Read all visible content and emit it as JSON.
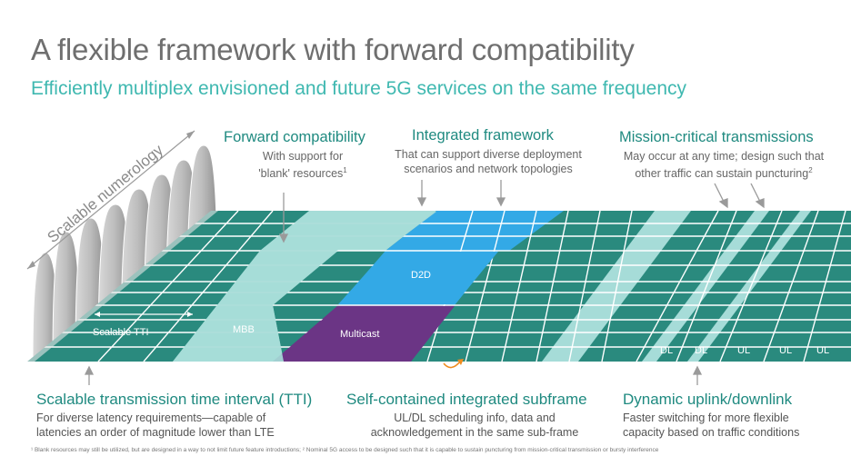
{
  "title": "A flexible framework with forward compatibility",
  "subtitle": "Efficiently multiplex envisioned and future 5G services on the same frequency",
  "diagram": {
    "numerology_label": "Scalable numerology",
    "tti_label": "Scalable TTI",
    "mbb_label": "MBB",
    "d2d_label": "D2D",
    "multicast_label": "Multicast",
    "dl_ul_labels": [
      "DL",
      "DL",
      "UL",
      "UL",
      "UL"
    ]
  },
  "callouts": {
    "forward": {
      "heading": "Forward compatibility",
      "line1": "With support for",
      "line2": "'blank' resources",
      "sup": "1"
    },
    "integrated": {
      "heading": "Integrated framework",
      "line1": "That can support diverse deployment",
      "line2": "scenarios and network topologies"
    },
    "mission": {
      "heading": "Mission-critical transmissions",
      "line1": "May occur at any time; design such that",
      "line2": "other traffic can sustain puncturing",
      "sup": "2"
    }
  },
  "bottom": {
    "tti": {
      "heading": "Scalable transmission time interval (TTI)",
      "line1": "For diverse latency requirements—capable of",
      "line2": "latencies an order of magnitude lower than LTE"
    },
    "subframe": {
      "heading": "Self-contained integrated subframe",
      "line1": "UL/DL scheduling info, data and",
      "line2": "acknowledgement in the same sub-frame"
    },
    "dynamic": {
      "heading": "Dynamic uplink/downlink",
      "line1": "Faster switching for more flexible",
      "line2": "capacity based on traffic conditions"
    }
  },
  "footnote": "¹ Blank resources may still be utilized, but are designed in a way to not limit future feature introductions; ² Nominal 5G access to be designed such that it is capable to sustain puncturing from mission-critical transmission or bursty interference",
  "colors": {
    "teal_dark": "#2a8a7e",
    "teal_light": "#a6dcd8",
    "blue": "#33a9e6",
    "purple": "#6b3585",
    "heading": "#1f8a80"
  }
}
